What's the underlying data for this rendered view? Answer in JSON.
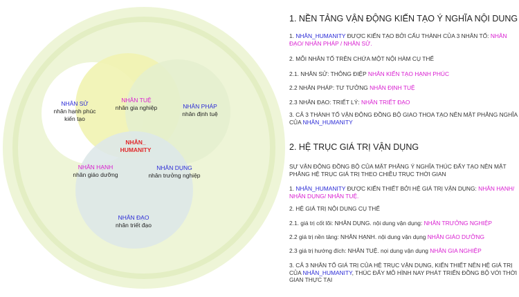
{
  "colors": {
    "outer": "#eef5d7",
    "ring": "#e3eec3",
    "tue": "#f1f3b1",
    "phap": "#e4efcf",
    "dao": "#dde7e8",
    "name_blue": "#2a2ad6",
    "highlight": "#d81bd0",
    "center_red": "#e0282b"
  },
  "diagram": {
    "su": {
      "name": "NHÂN SỬ",
      "line1": "nhân hạnh phúc",
      "line2": "kiến tạo"
    },
    "tue": {
      "name": "NHÂN TUỆ",
      "sub": "nhân gia nghiệp"
    },
    "phap": {
      "name": "NHÂN PHÁP",
      "sub": "nhân định tuệ"
    },
    "center": {
      "line1": "NHÂN_",
      "line2": "HUMANITY"
    },
    "hanh": {
      "name": "NHÂN HẠNH",
      "sub": "nhân giáo dưỡng"
    },
    "dung": {
      "name": "NHÂN DỤNG",
      "sub": "nhân trưởng nghiệp"
    },
    "dao": {
      "name": "NHÂN ĐẠO",
      "sub": "nhân triết đạo"
    }
  },
  "section1": {
    "title": "1. NỀN TẢNG VẬN ĐỘNG KIẾN TẠO Ý NGHĨA NỘI DUNG",
    "p1_pre": "1. ",
    "p1_name": "NHÂN_HUMANITY",
    "p1_mid": " ĐƯỢC KIẾN TẠO BỞI CẤU THÀNH CỦA 3 NHÂN TỐ: ",
    "p1_hl": "NHÂN ĐẠO/ NHÂN PHÁP / NHÂN SỬ.",
    "p2": "2. MỖI NHÂN TỐ TRÊN CHỨA MỘT NỘI HÀM  CỤ THỂ",
    "p3_pre": "2.1. NHÂN SỬ: THÔNG ĐIỆP ",
    "p3_hl": "NHÂN KIẾN TẠO HẠNH PHÚC",
    "p4_pre": "2.2  NHÂN PHÁP: TƯ TƯỞNG ",
    "p4_hl": "NHÂN ĐỊNH TUỆ",
    "p5_pre": "2.3  NHÂN ĐẠO: TRIẾT LÝ: ",
    "p5_hl": "NHÂN TRIẾT ĐẠO",
    "p6_pre": "3. CẢ 3 THÀNH TỐ VẬN ĐỘNG ĐỒNG BỘ GIAO THOA TẠO NÊN MẶT PHẲNG NGHĨA CỦA ",
    "p6_name": "NHÂN_HUMANITY"
  },
  "section2": {
    "title": "2. HỆ TRỤC GIÁ TRỊ VẬN DỤNG",
    "intro": "SỰ VẬN ĐỘNG ĐỒNG BỘ CỦA MẶT PHẲNG Ý NGHĨA THÚC ĐẨY TẠO NÊN MẶT PHẲNG HỆ TRỤC GIÁ TRỊ THEO CHIỀU TRỤC THỜI GIAN",
    "p1_pre": "1. ",
    "p1_name": "NHÂN_HUMANITY",
    "p1_mid": " ĐƯỢC KIẾN THIẾT BỞI HỆ GIÁ TRỊ VẬN DỤNG: ",
    "p1_hl": "NHÂN HẠNH/ NHÂN DỤNG/ NHÂN TUỆ.",
    "p2": "2. HỆ GIÁ TRỊ NỘI DUNG CỤ THỂ",
    "p3_pre": "2.1. giá trị cốt lõi: NHÂN DỤNG. nội dung vận dụng: ",
    "p3_hl": "NHÂN TRƯỞNG NGHIỆP",
    "p4_pre": "2.2  giá trị nền tảng: NHÂN HẠNH. nội dung vận dụng ",
    "p4_hl": "NHÂN GIÁO DƯỠNG",
    "p5_pre": "2.3  giá trị hướng đích: NHÂN TUỆ. nọi dung vận dụng ",
    "p5_hl": "NHÂN GIA NGHIỆP",
    "p6_pre": "3. CẢ 3 NHÂN TỐ GIÁ TRỊ CỦA HỆ TRỤC VẬN DỤNG, KIẾN THIẾT NÊN HỆ GIÁ TRỊ CỦA ",
    "p6_name": "NHÂN_HUMANITY",
    "p6_post": ", THÚC ĐẨY MÔ HÌNH NAY PHÁT TRIỂN ĐỒNG BỘ VỚI THỜI GIAN THỰC TẠI"
  }
}
